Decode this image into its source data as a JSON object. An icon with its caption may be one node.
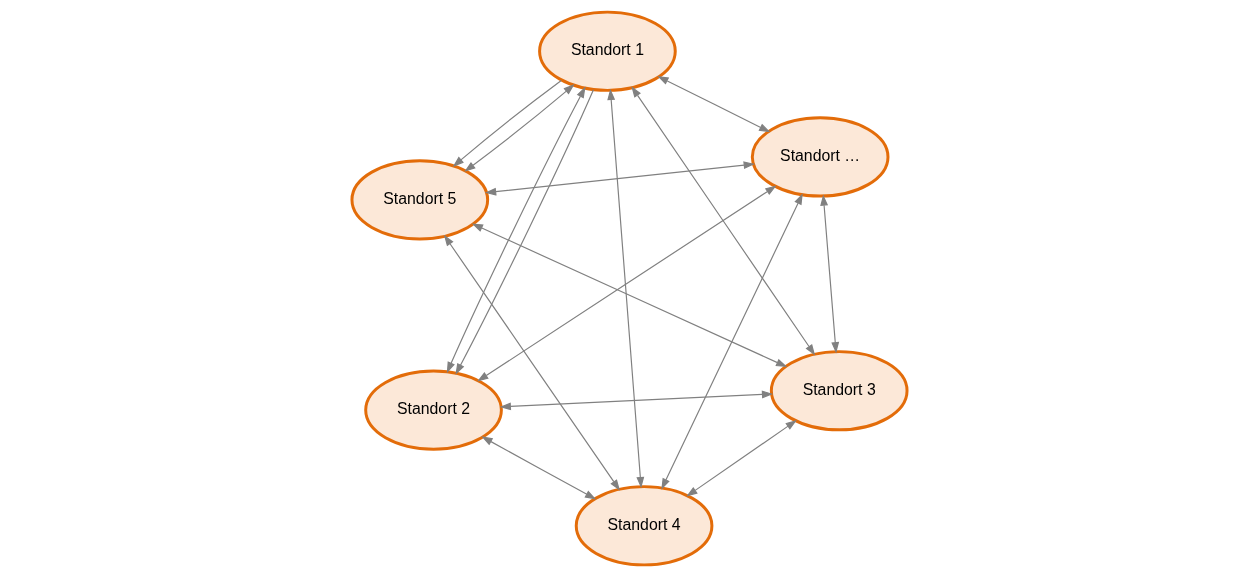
{
  "diagram": {
    "nodes": [
      {
        "text": [
          "Standort 2"
        ]
      },
      {
        "text": [
          "Standort 3"
        ]
      },
      {
        "text": [
          "Standort 4"
        ]
      },
      {
        "text": [
          "Standort 1"
        ]
      },
      {
        "text": [
          "Standort …"
        ]
      },
      {
        "text": [
          "Standort 5"
        ]
      }
    ],
    "edges": [
      {
        "from": 0,
        "to": 1,
        "arrow": "both"
      },
      {
        "from": 0,
        "to": 2,
        "arrow": "both"
      },
      {
        "from": 0,
        "to": 3,
        "arrow": "both"
      },
      {
        "from": 3,
        "to": 0,
        "arrow": "to"
      },
      {
        "from": 0,
        "to": 4,
        "arrow": "both"
      },
      {
        "from": 1,
        "to": 4,
        "arrow": "both"
      },
      {
        "from": 1,
        "to": 3,
        "arrow": "both"
      },
      {
        "from": 1,
        "to": 2,
        "arrow": "both"
      },
      {
        "from": 1,
        "to": 5,
        "arrow": "both"
      },
      {
        "from": 2,
        "to": 3,
        "arrow": "both"
      },
      {
        "from": 2,
        "to": 4,
        "arrow": "both"
      },
      {
        "from": 2,
        "to": 5,
        "arrow": "both"
      },
      {
        "from": 3,
        "to": 4,
        "arrow": "both"
      },
      {
        "from": 3,
        "to": 5,
        "arrow": "both"
      },
      {
        "from": 3,
        "to": 5,
        "arrow": "to"
      },
      {
        "from": 4,
        "to": 5,
        "arrow": "both"
      }
    ]
  }
}
